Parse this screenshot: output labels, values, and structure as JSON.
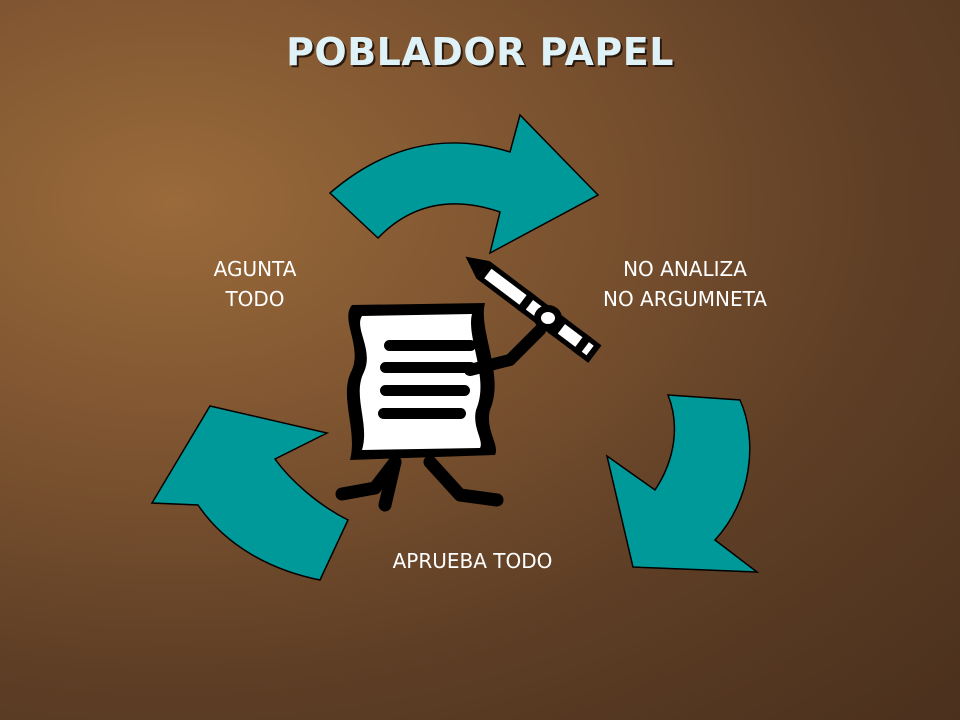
{
  "slide": {
    "title": "POBLADOR PAPEL",
    "accent_color": "#009999",
    "background_color": "#6b4629"
  },
  "cycle": {
    "steps": [
      {
        "lines": [
          "AGUNTA",
          "TODO"
        ]
      },
      {
        "lines": [
          "NO ANALIZA",
          "NO ARGUMNETA"
        ]
      },
      {
        "lines": [
          "APRUEBA TODO"
        ]
      }
    ],
    "arrow_color": "#009999"
  },
  "clipart": {
    "icon": "paper-character-with-pen-icon"
  }
}
